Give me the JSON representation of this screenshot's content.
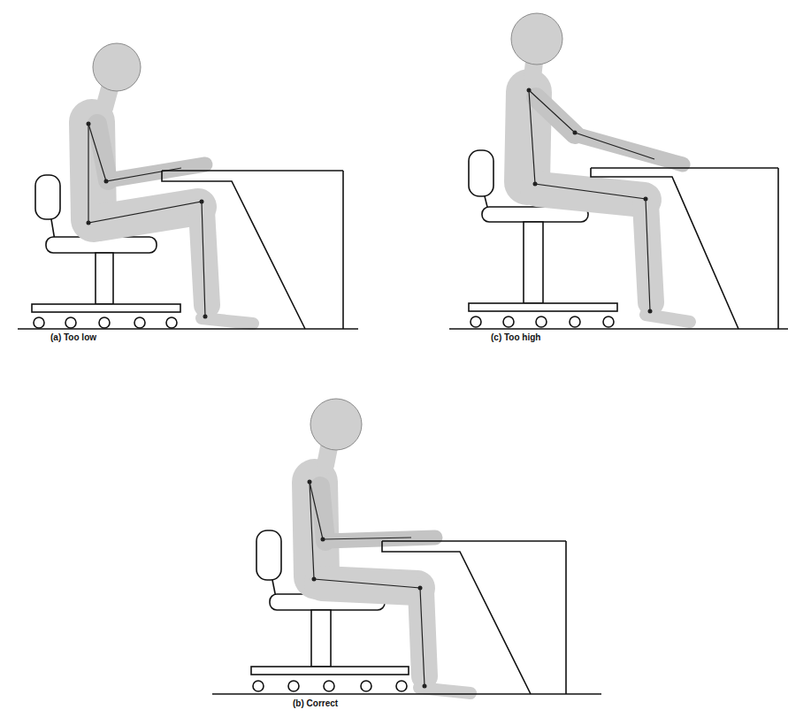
{
  "diagram": {
    "labels": [
      "(a) Too low",
      "(c) Too high",
      "(b) Correct"
    ]
  }
}
